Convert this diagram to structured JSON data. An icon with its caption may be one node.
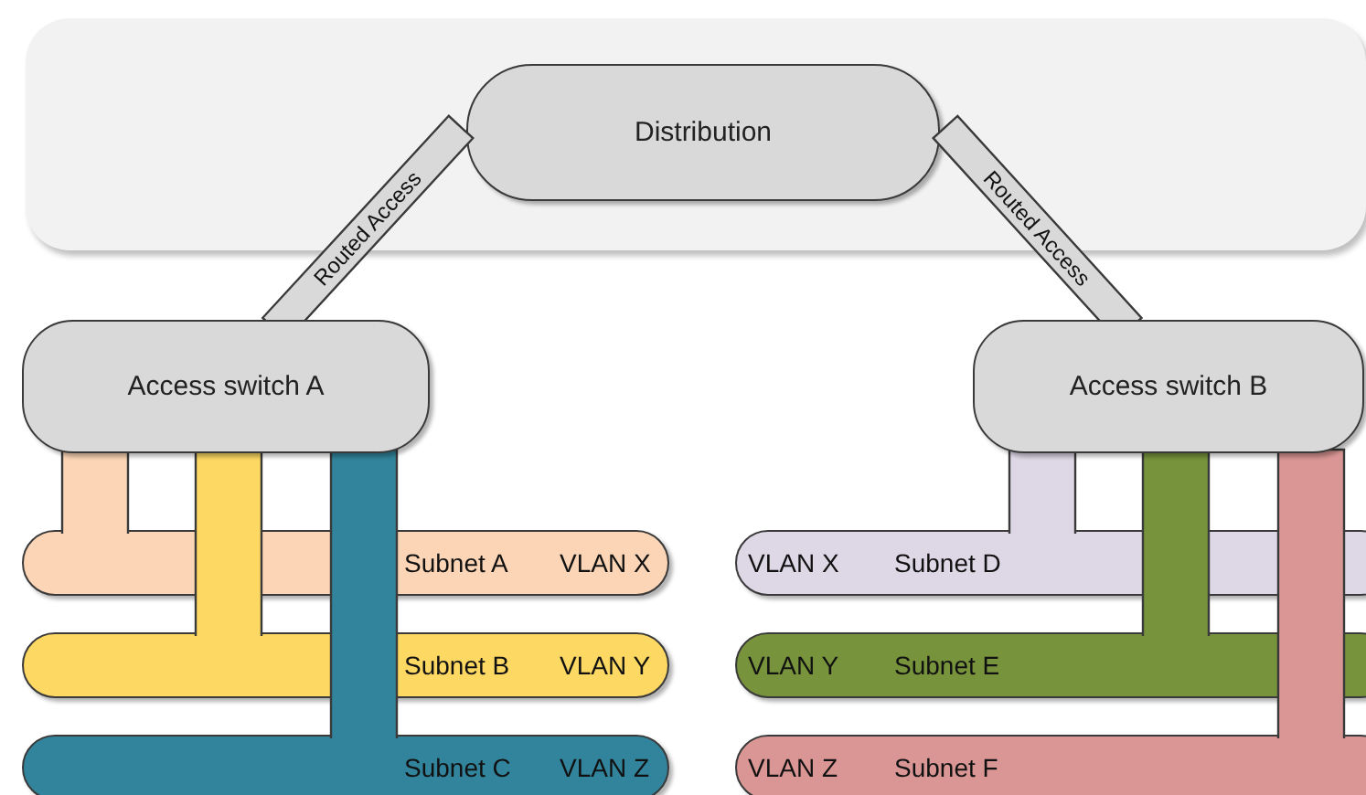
{
  "diagram": {
    "nodes": [
      {
        "text": [],
        "shape": "box"
      },
      {
        "text": [
          "Distribution"
        ],
        "in": 0
      },
      {
        "text": [
          "Access switch A"
        ]
      },
      {
        "text": [
          "Access switch B"
        ]
      },
      {
        "text": [
          "Subnet A",
          "VLAN X"
        ]
      },
      {
        "text": [
          "Subnet B",
          "VLAN Y"
        ]
      },
      {
        "text": [
          "Subnet C",
          "VLAN Z"
        ]
      },
      {
        "text": [
          "VLAN X",
          "Subnet D"
        ]
      },
      {
        "text": [
          "VLAN Y",
          "Subnet E"
        ]
      },
      {
        "text": [
          "VLAN Z",
          "Subnet F"
        ]
      }
    ],
    "edges": [
      {
        "from": 1,
        "to": 2,
        "arrow": "none",
        "label": "Routed Access",
        "style": "thick",
        "color": "#d9d9d9"
      },
      {
        "from": 1,
        "to": 3,
        "arrow": "none",
        "label": "Routed Access",
        "style": "thick",
        "color": "#d9d9d9"
      },
      {
        "from": 2,
        "to": 4,
        "arrow": "none",
        "style": "thick",
        "color": "#fbd5b5"
      },
      {
        "from": 2,
        "to": 5,
        "arrow": "none",
        "style": "thick",
        "color": "#fdd863"
      },
      {
        "from": 2,
        "to": 6,
        "arrow": "none",
        "style": "thick",
        "color": "#31849b"
      },
      {
        "from": 3,
        "to": 7,
        "arrow": "none",
        "style": "thick",
        "color": "#ddd7e6"
      },
      {
        "from": 3,
        "to": 8,
        "arrow": "none",
        "style": "thick",
        "color": "#77933c"
      },
      {
        "from": 3,
        "to": 9,
        "arrow": "none",
        "style": "thick",
        "color": "#d99694"
      }
    ]
  }
}
